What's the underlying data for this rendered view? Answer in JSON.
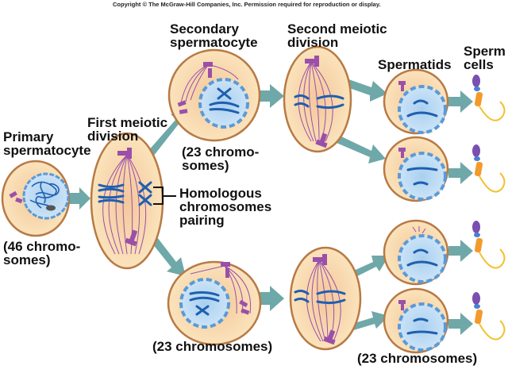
{
  "copyright": "Copyright © The McGraw-Hill Companies, Inc. Permission required for reproduction or display.",
  "labels": {
    "primary": "Primary\nspermatocyte",
    "primary_count": "(46 chromo-\nsomes)",
    "first_division": "First meiotic\ndivision",
    "homologous": "Homologous\nchromosomes\npairing",
    "secondary": "Secondary\nspermatocyte",
    "secondary_top_count": "(23 chromo-\nsomes)",
    "secondary_bottom_count": "(23 chromosomes)",
    "second_division": "Second meiotic\ndivision",
    "spermatids": "Spermatids",
    "sperm": "Sperm\ncells",
    "spermatid_count": "(23 chromosomes)"
  },
  "colors": {
    "cell_fill": "#f7d9a8",
    "cell_border": "#b87a45",
    "nucleus": "#8fc0e8",
    "chromosome": "#1f5fb0",
    "centrosome": "#9b4fa8",
    "arrow": "#6fa8a8",
    "sperm_head": "#7a4fb0",
    "sperm_mid": "#f39a2a",
    "sperm_tail": "#f2c12e"
  }
}
